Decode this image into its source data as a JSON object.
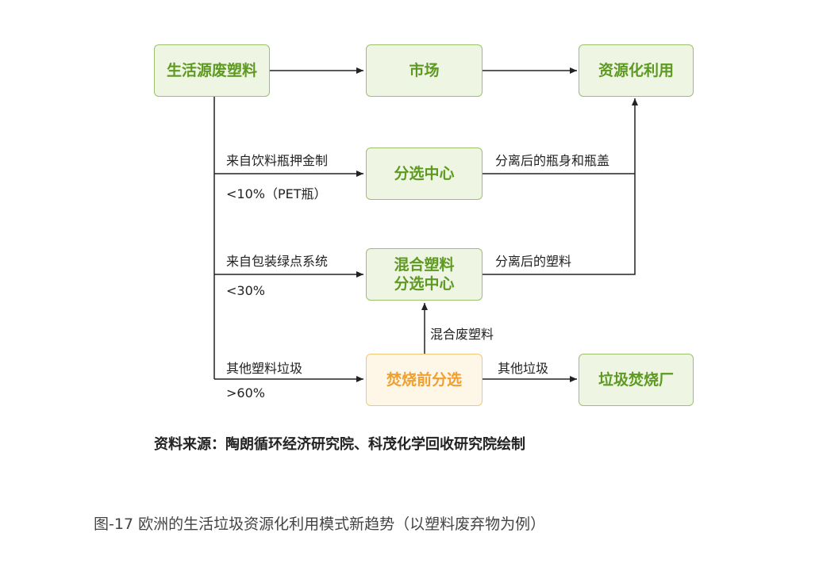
{
  "nodes": {
    "domestic_plastic": "生活源废塑料",
    "market": "市场",
    "resource_use": "资源化利用",
    "sorting_center": "分选中心",
    "mixed_line1": "混合塑料",
    "mixed_line2": "分选中心",
    "pre_incineration": "焚烧前分选",
    "incineration_plant": "垃圾焚烧厂"
  },
  "edges": {
    "from_deposit": "来自饮料瓶押金制",
    "from_deposit_pct": "<10%（PET瓶）",
    "from_green_dot": "来自包装绿点系统",
    "from_green_dot_pct": "<30%",
    "other_waste": "其他塑料垃圾",
    "other_waste_pct": ">60%",
    "separated_bottles": "分离后的瓶身和瓶盖",
    "separated_plastic": "分离后的塑料",
    "mixed_waste": "混合废塑料",
    "other_garbage": "其他垃圾"
  },
  "source": "资料来源：陶朗循环经济研究院、科茂化学回收研究院绘制",
  "caption": "图-17  欧洲的生活垃圾资源化利用模式新趋势（以塑料废弃物为例）",
  "colors": {
    "green_border": "#9bc16c",
    "green_fill": "#eef5e2",
    "green_text": "#5e9a22",
    "orange_border": "#f0c878",
    "orange_fill": "#fef6e6",
    "orange_text": "#f0a030"
  }
}
